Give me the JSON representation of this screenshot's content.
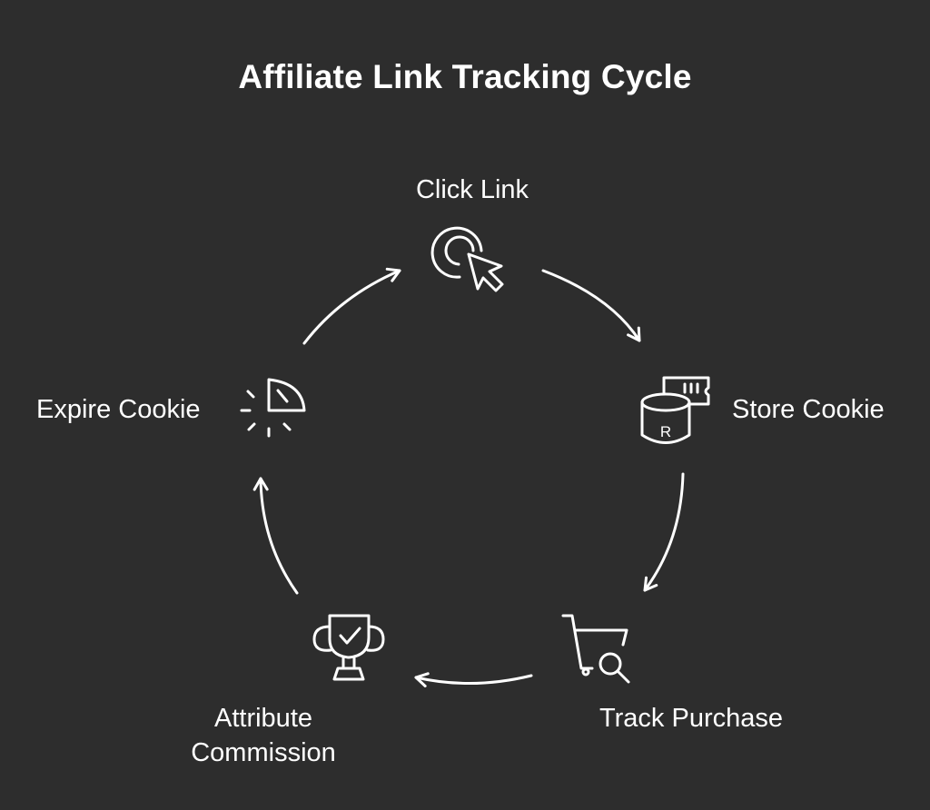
{
  "title": "Affiliate Link Tracking Cycle",
  "steps": [
    {
      "label": "Click Link",
      "icon": "cursor-click-icon"
    },
    {
      "label": "Store Cookie",
      "icon": "cookie-storage-icon"
    },
    {
      "label": "Track Purchase",
      "icon": "cart-search-icon"
    },
    {
      "label_line1": "Attribute",
      "label_line2": "Commission",
      "icon": "trophy-check-icon"
    },
    {
      "label": "Expire Cookie",
      "icon": "timer-icon"
    }
  ],
  "colors": {
    "background": "#2d2d2d",
    "foreground": "#ffffff"
  }
}
